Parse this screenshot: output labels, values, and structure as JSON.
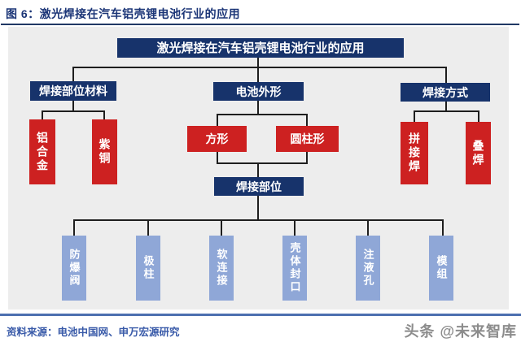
{
  "figure": {
    "title": "图 6：激光焊接在汽车铝壳锂电池行业的应用",
    "source": "资料来源：电池中国网、申万宏源研究",
    "watermark": "头条 @未来智库"
  },
  "colors": {
    "navy_node": "#17336b",
    "red_node": "#cd2121",
    "light_blue_node": "#8fa7d7",
    "panel_background": "#ededed",
    "title_text": "#1b3577",
    "title_rule": "#203864",
    "footer_text": "#3a5ba9",
    "bottom_rule": "#4c70b0",
    "connector": "#1e1e1e"
  },
  "diagram": {
    "root": "激光焊接在汽车铝壳锂电池行业的应用",
    "branches": [
      {
        "label": "焊接部位材料",
        "children": [
          "铝合金",
          "紫铜"
        ]
      },
      {
        "label": "电池外形",
        "children": [
          "方形",
          "圆柱形"
        ]
      },
      {
        "label": "焊接方式",
        "children": [
          "拼接焊",
          "叠焊"
        ]
      }
    ],
    "weld_part": {
      "label": "焊接部位",
      "children": [
        "防爆阀",
        "极柱",
        "软连接",
        "壳体封口",
        "注液孔",
        "模组"
      ]
    }
  }
}
